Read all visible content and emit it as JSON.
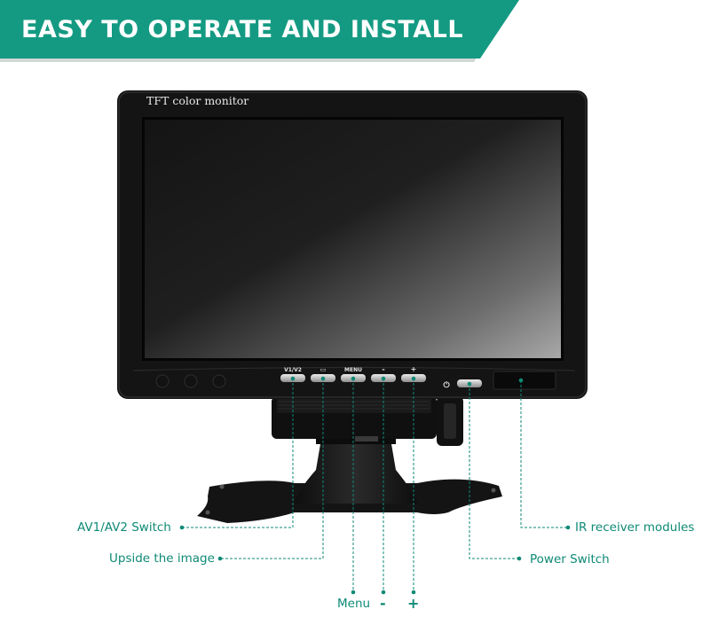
{
  "banner": {
    "title": "EASY TO OPERATE AND INSTALL",
    "color": "#149a82",
    "shadow_color": "#cfd8d6"
  },
  "monitor": {
    "brand_text": "TFT color monitor",
    "buttons": [
      {
        "label": "V1/V2"
      },
      {
        "label": "▭"
      },
      {
        "label": "MENU"
      },
      {
        "label": "-"
      },
      {
        "label": "+"
      }
    ],
    "power_symbol": "⏻"
  },
  "callouts": {
    "av_switch": "AV1/AV2 Switch",
    "upside_image": "Upside the image",
    "menu": "Menu",
    "minus": "-",
    "plus": "+",
    "power_switch": "Power Switch",
    "ir_receiver": "IR receiver modules"
  },
  "colors": {
    "accent": "#0f8a76",
    "bezel": "#161616",
    "screen_dark": "#0c0c0c",
    "screen_light": "#9a9a9a"
  }
}
